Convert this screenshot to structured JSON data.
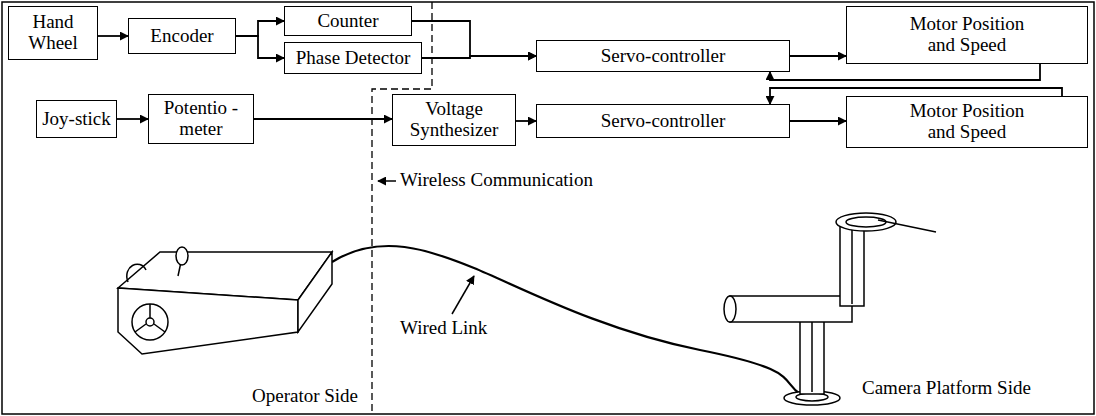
{
  "diagram": {
    "nodes": [
      {
        "text": [
          "Hand Wheel"
        ]
      },
      {
        "text": [
          "Encoder"
        ]
      },
      {
        "text": [
          "Counter"
        ]
      },
      {
        "text": [
          "Phase Detector"
        ]
      },
      {
        "text": [
          "Servo-controller"
        ]
      },
      {
        "text": [
          "Motor Position and Speed"
        ]
      },
      {
        "text": [
          "Joy-stick"
        ]
      },
      {
        "text": [
          "Potentio -meter"
        ]
      },
      {
        "text": [
          "Voltage Synthesizer"
        ]
      },
      {
        "text": [
          "Servo-controller"
        ]
      },
      {
        "text": [
          "Motor Position and Speed"
        ]
      }
    ],
    "edges": [
      {
        "from": 0,
        "to": 1,
        "arrow": "to"
      },
      {
        "from": 1,
        "to": 2,
        "arrow": "to"
      },
      {
        "from": 1,
        "to": 3,
        "arrow": "to"
      },
      {
        "from": 2,
        "to": 4,
        "arrow": "to"
      },
      {
        "from": 3,
        "to": 4,
        "arrow": "to"
      },
      {
        "from": 4,
        "to": 5,
        "arrow": "to"
      },
      {
        "from": 5,
        "to": 4,
        "arrow": "to"
      },
      {
        "from": 6,
        "to": 7,
        "arrow": "to"
      },
      {
        "from": 7,
        "to": 8,
        "arrow": "to"
      },
      {
        "from": 8,
        "to": 9,
        "arrow": "to"
      },
      {
        "from": 9,
        "to": 10,
        "arrow": "to"
      },
      {
        "from": 10,
        "to": 9,
        "arrow": "to"
      }
    ],
    "labels": [
      "Wireless Communication",
      "Wired Link",
      "Operator Side",
      "Camera Platform Side"
    ]
  }
}
